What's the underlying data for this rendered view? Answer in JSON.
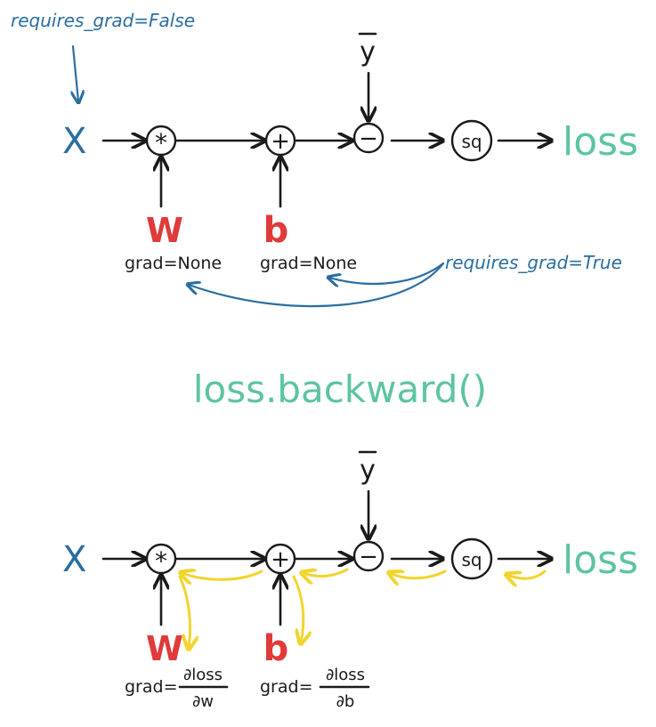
{
  "top_diagram": {
    "x_label": "X",
    "x_annotation": "requires_grad=False",
    "ybar_label": "y",
    "ops": {
      "mul": "*",
      "add": "+",
      "sub": "−",
      "sq": "sq"
    },
    "loss_label": "loss",
    "w_label": "W",
    "b_label": "b",
    "w_grad": "grad=None",
    "b_grad": "grad=None",
    "param_annotation": "requires_grad=True"
  },
  "middle_call": "loss.backward()",
  "bottom_diagram": {
    "x_label": "X",
    "ybar_label": "y",
    "ops": {
      "mul": "*",
      "add": "+",
      "sub": "−",
      "sq": "sq"
    },
    "loss_label": "loss",
    "w_label": "W",
    "b_label": "b",
    "grad_prefix": "grad=",
    "w_grad_num": "∂loss",
    "w_grad_den": "∂w",
    "b_grad_num": "∂loss",
    "b_grad_den": "∂b"
  },
  "colors": {
    "blue": "#2a6ea0",
    "red": "#e03a3a",
    "teal": "#5cc4a0",
    "yellow": "#f2d42c",
    "ink": "#1a1a1a"
  }
}
